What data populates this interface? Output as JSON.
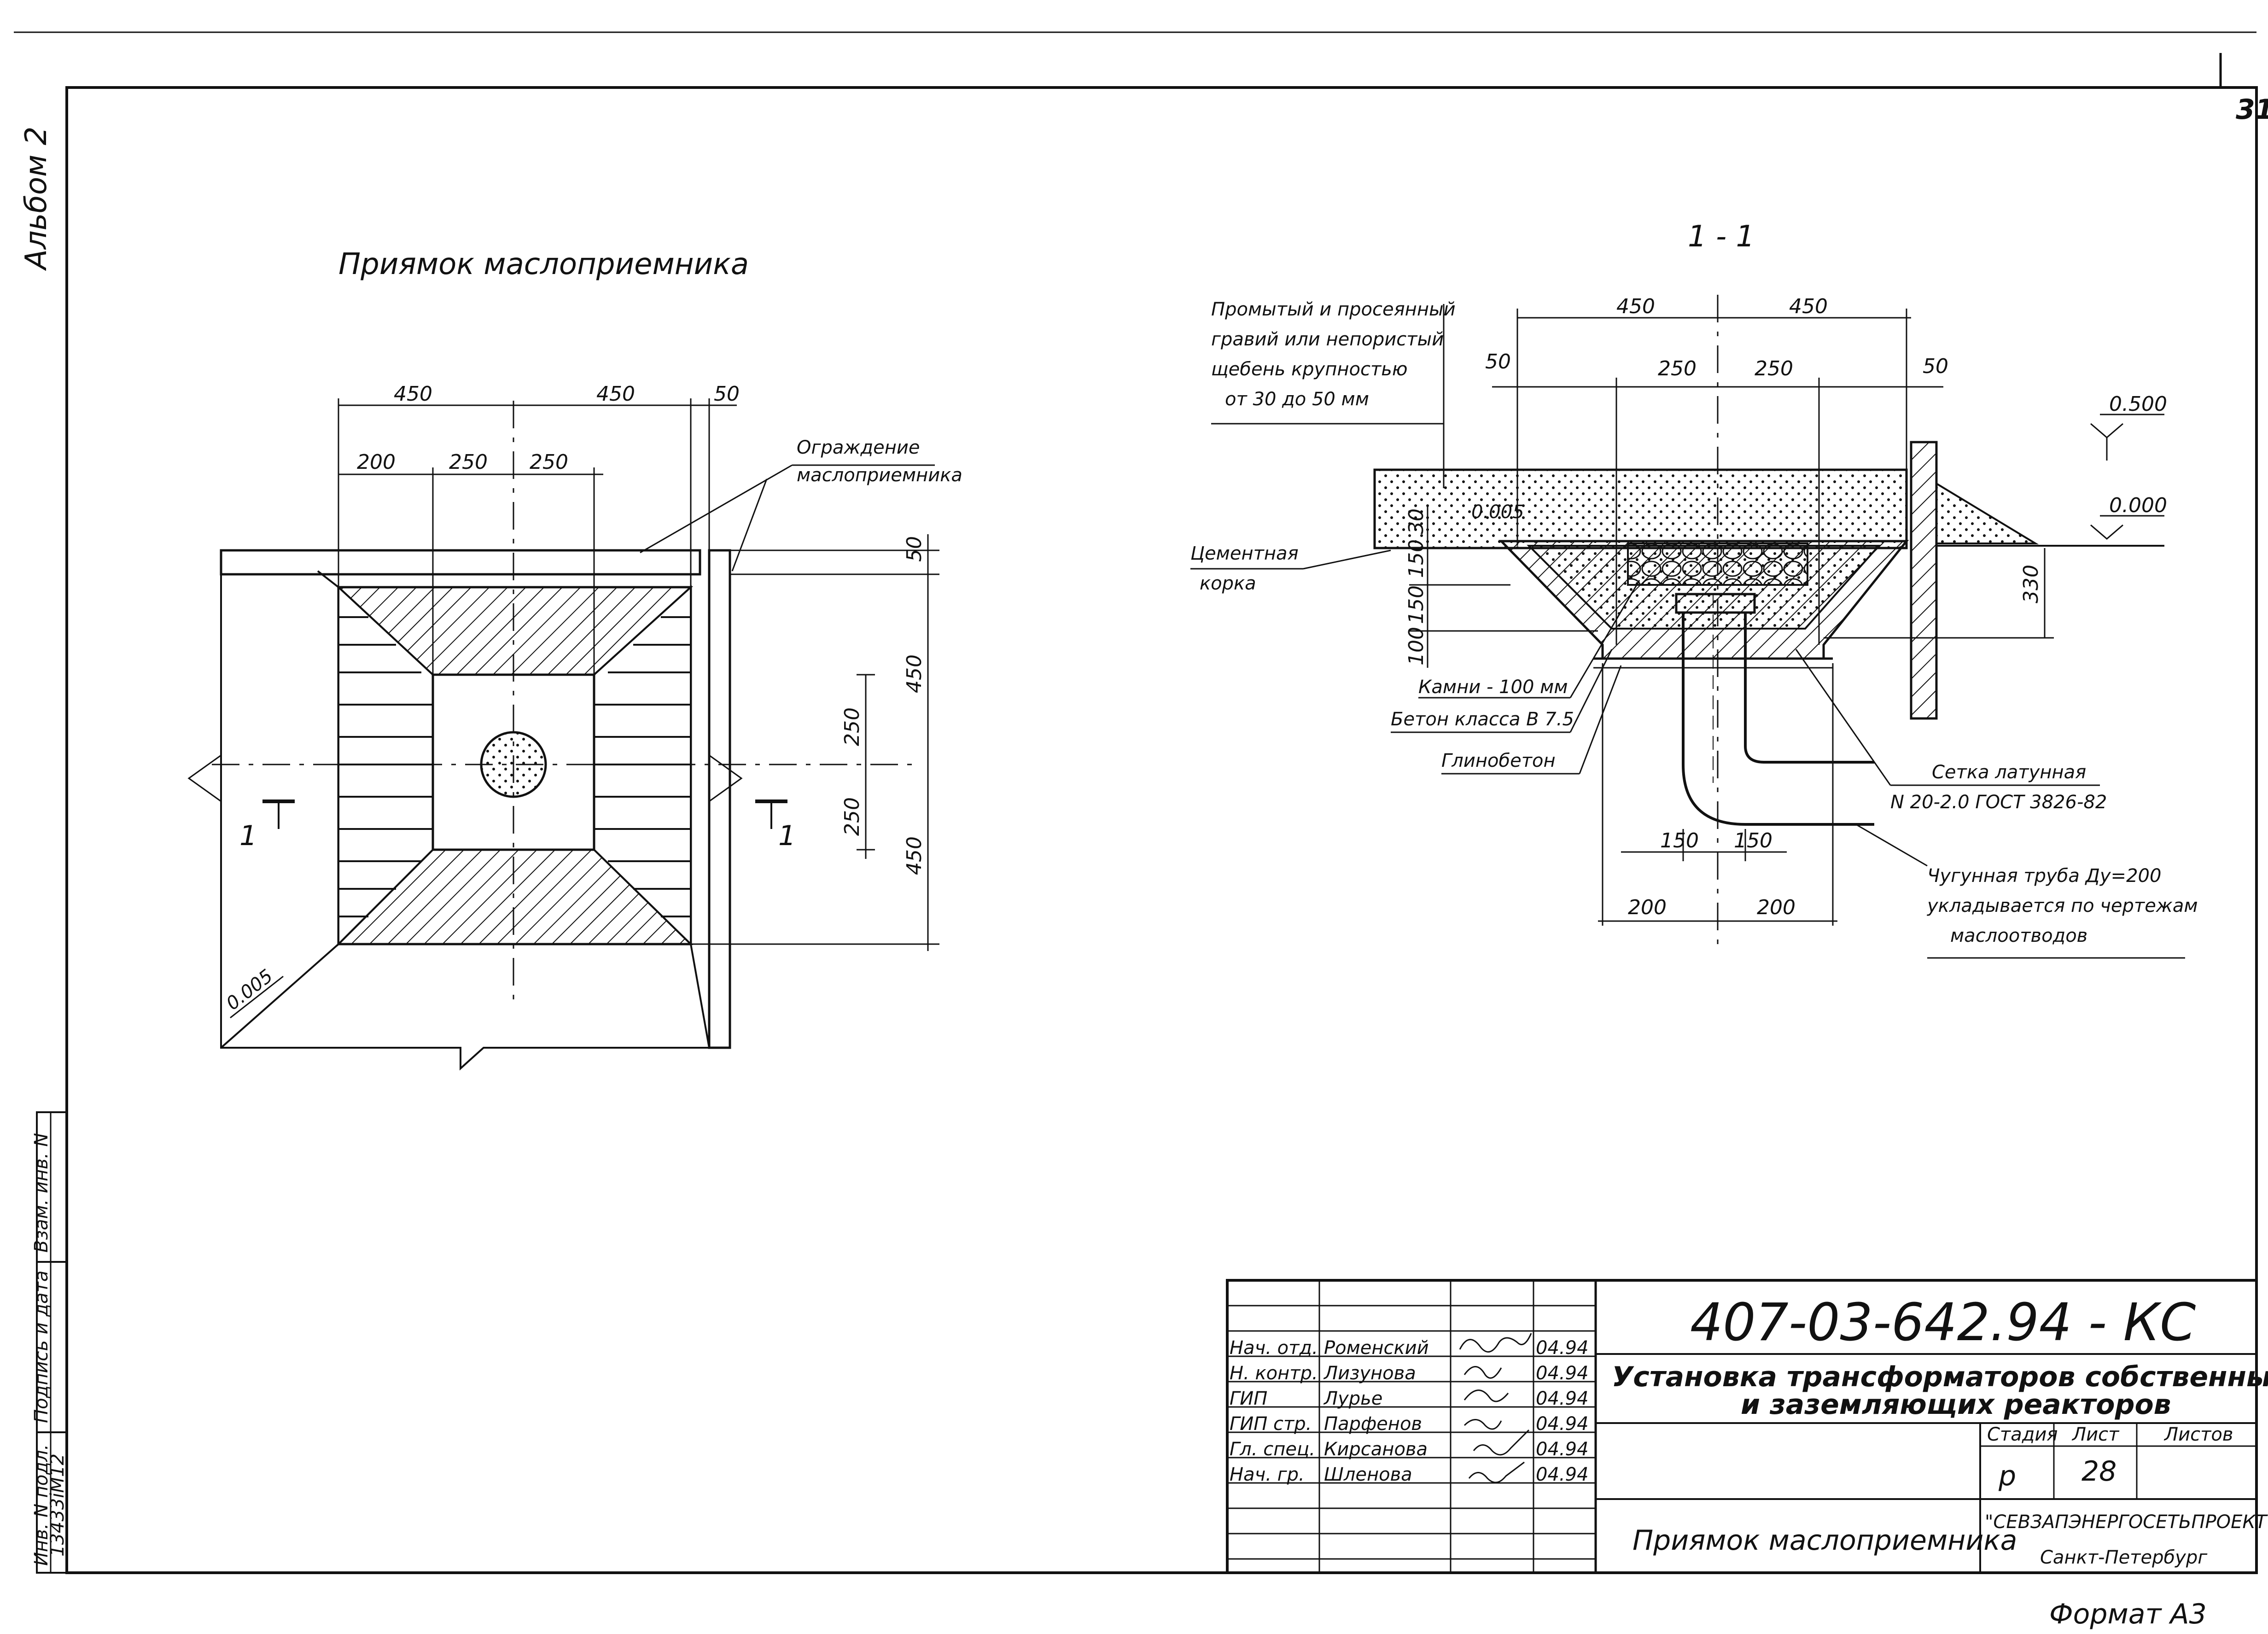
{
  "page_number": "31",
  "album": "Альбом 2",
  "format_label": "Формат А3",
  "plan": {
    "title": "Приямок маслоприемника",
    "fence_label_1": "Ограждение",
    "fence_label_2": "маслоприемника",
    "slope": "0.005",
    "section_mark": "1",
    "dims": {
      "top_a": "450",
      "top_b": "450",
      "top_c": "50",
      "row2_a": "200",
      "row2_b": "250",
      "row2_c": "250",
      "right_a": "50",
      "right_b": "450",
      "right_c": "250",
      "right_d": "250",
      "right_e": "450"
    }
  },
  "section": {
    "title": "1 - 1",
    "gravel_note": [
      "Промытый и просеянный",
      "гравий или непористый",
      "щебень крупностью",
      "от 30 до 50 мм"
    ],
    "cement_note": [
      "Цементная",
      "корка"
    ],
    "stones": "Камни - 100 мм",
    "concrete": "Бетон класса  В 7.5",
    "clay_concrete": "Глинобетон",
    "mesh": [
      "Сетка латунная",
      "N 20-2.0 ГОСТ 3826-82"
    ],
    "pipe": [
      "Чугунная труба Ду=200",
      "укладывается по чертежам",
      "маслоотводов"
    ],
    "level_top": "0.500",
    "level_ground": "0.000",
    "slope": "0.005",
    "dims": {
      "top_a": "450",
      "top_b": "450",
      "mid_l": "50",
      "mid_a": "250",
      "mid_b": "250",
      "mid_r": "50",
      "v_a": "30",
      "v_b": "150",
      "v_c": "150",
      "v_d": "100",
      "depth": "330",
      "pipe_a": "150",
      "pipe_b": "150",
      "bot_a": "200",
      "bot_b": "200"
    }
  },
  "side_stamp": {
    "inv_no": "Инв. N подл.",
    "sign_date": "Подпись и дата",
    "vzam": "Взам. инв. N",
    "inv_value": "13433iМ12"
  },
  "title_block": {
    "code": "407-03-642.94 - КС",
    "project_line1": "Установка трансформаторов собственных нужд",
    "project_line2": "и заземляющих реакторов",
    "sheet_title": "Приямок маслоприемника",
    "stage_label": "Стадия",
    "sheet_label": "Лист",
    "sheets_label": "Листов",
    "stage_value": "р",
    "sheet_value": "28",
    "org_line1": "\"СЕВЗАПЭНЕРГОСЕТЬПРОЕКТ\"",
    "org_line2": "Санкт-Петербург",
    "people": [
      {
        "role": "Нач. отд.",
        "name": "Роменский",
        "date": "04.94"
      },
      {
        "role": "Н. контр.",
        "name": "Лизунова",
        "date": "04.94"
      },
      {
        "role": "ГИП",
        "name": "Лурье",
        "date": "04.94"
      },
      {
        "role": "ГИП стр.",
        "name": "Парфенов",
        "date": "04.94"
      },
      {
        "role": "Гл. спец.",
        "name": "Кирсанова",
        "date": "04.94"
      },
      {
        "role": "Нач. гр.",
        "name": "Шленова",
        "date": "04.94"
      }
    ]
  }
}
